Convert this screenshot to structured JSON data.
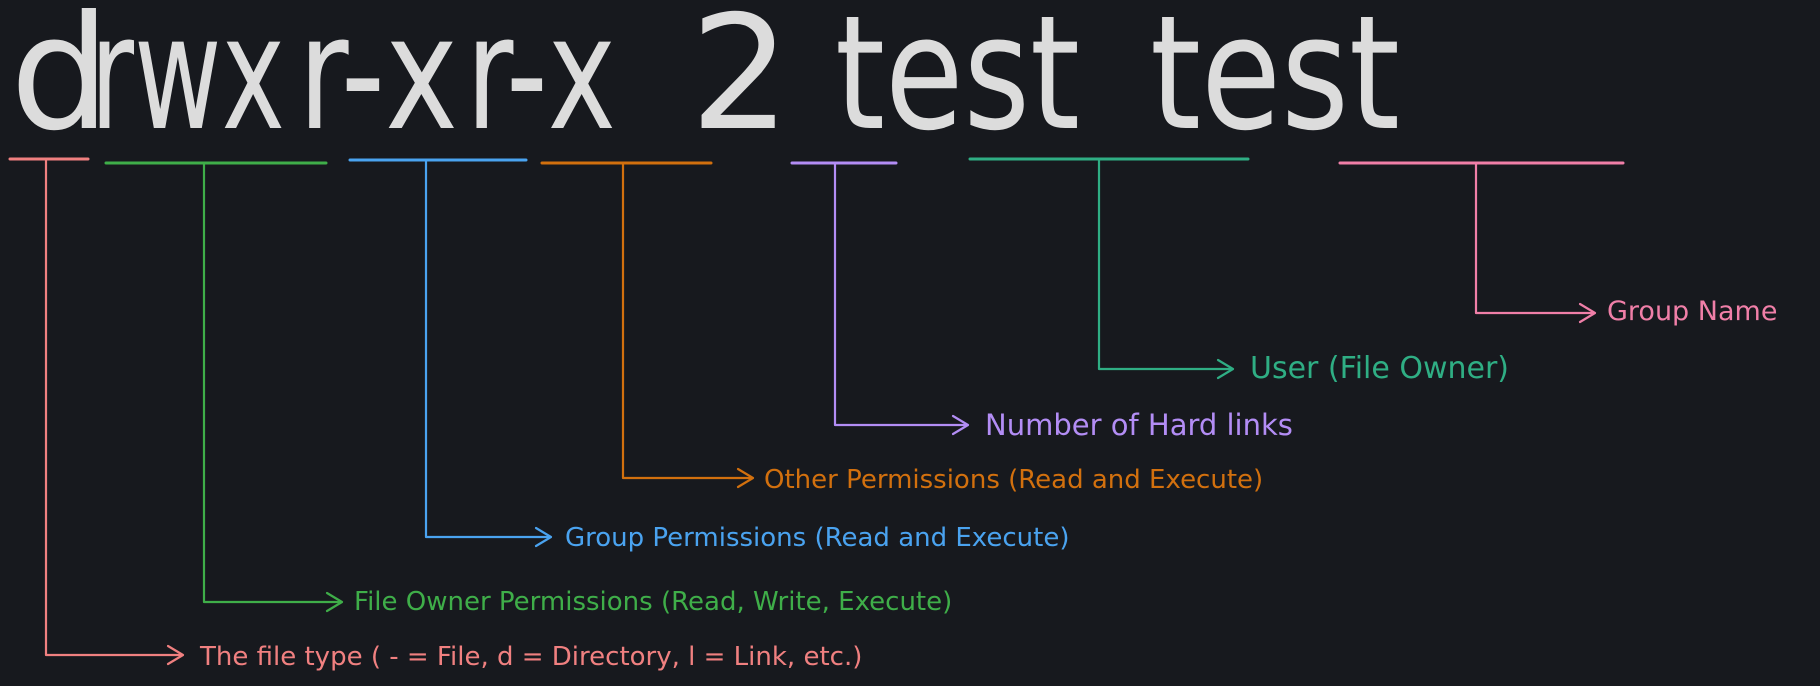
{
  "listing": {
    "file_type": "d",
    "owner_perms": "rwx",
    "group_perms": "r-x",
    "other_perms": "r-x",
    "hard_links": "2",
    "user": "test",
    "group": "test"
  },
  "annotations": {
    "file_type": "The file type ( - = File, d = Directory, l = Link, etc.)",
    "owner_perms": "File Owner Permissions (Read, Write, Execute)",
    "group_perms": "Group Permissions (Read and Execute)",
    "other_perms": "Other Permissions (Read and Execute)",
    "hard_links": "Number of Hard links",
    "user": "User (File Owner)",
    "group": "Group Name"
  },
  "colors": {
    "background": "#17191e",
    "text": "#dcdcdc",
    "file_type": "#f08080",
    "owner_perms": "#3fae49",
    "group_perms": "#4aa3f0",
    "other_perms": "#d2700e",
    "hard_links": "#b38df5",
    "user": "#2fae84",
    "group": "#f07fa8"
  }
}
